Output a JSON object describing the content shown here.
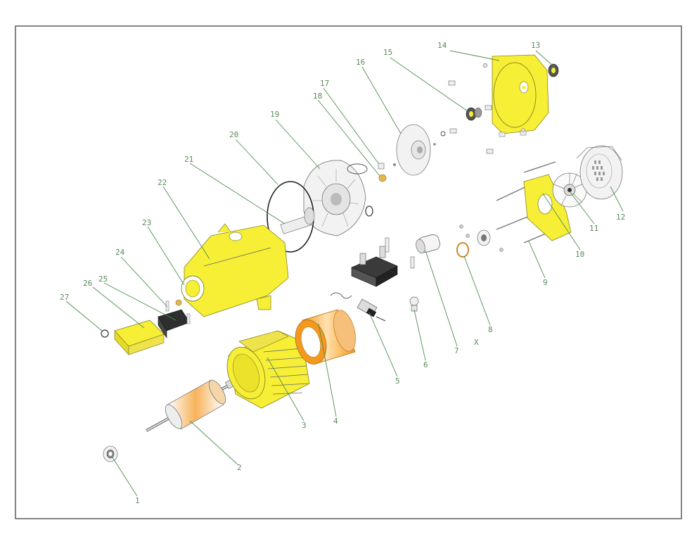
{
  "diagram": {
    "callouts": [
      {
        "id": "1",
        "label": "1"
      },
      {
        "id": "2",
        "label": "2"
      },
      {
        "id": "3",
        "label": "3"
      },
      {
        "id": "4",
        "label": "4"
      },
      {
        "id": "5",
        "label": "5"
      },
      {
        "id": "6",
        "label": "6"
      },
      {
        "id": "7",
        "label": "7"
      },
      {
        "id": "8",
        "label": "8"
      },
      {
        "id": "9",
        "label": "9"
      },
      {
        "id": "10",
        "label": "10"
      },
      {
        "id": "11",
        "label": "11"
      },
      {
        "id": "12",
        "label": "12"
      },
      {
        "id": "13",
        "label": "13"
      },
      {
        "id": "14",
        "label": "14"
      },
      {
        "id": "15",
        "label": "15"
      },
      {
        "id": "16",
        "label": "16"
      },
      {
        "id": "17",
        "label": "17"
      },
      {
        "id": "18",
        "label": "18"
      },
      {
        "id": "19",
        "label": "19"
      },
      {
        "id": "20",
        "label": "20"
      },
      {
        "id": "21",
        "label": "21"
      },
      {
        "id": "22",
        "label": "22"
      },
      {
        "id": "23",
        "label": "23"
      },
      {
        "id": "24",
        "label": "24"
      },
      {
        "id": "25",
        "label": "25"
      },
      {
        "id": "26",
        "label": "26"
      },
      {
        "id": "27",
        "label": "27"
      }
    ],
    "extra_mark": "X",
    "colors": {
      "part_yellow": "#f6ef35",
      "part_orange": "#f39a1e",
      "leader_green": "#4e8e4e",
      "frame": "#333333"
    }
  }
}
